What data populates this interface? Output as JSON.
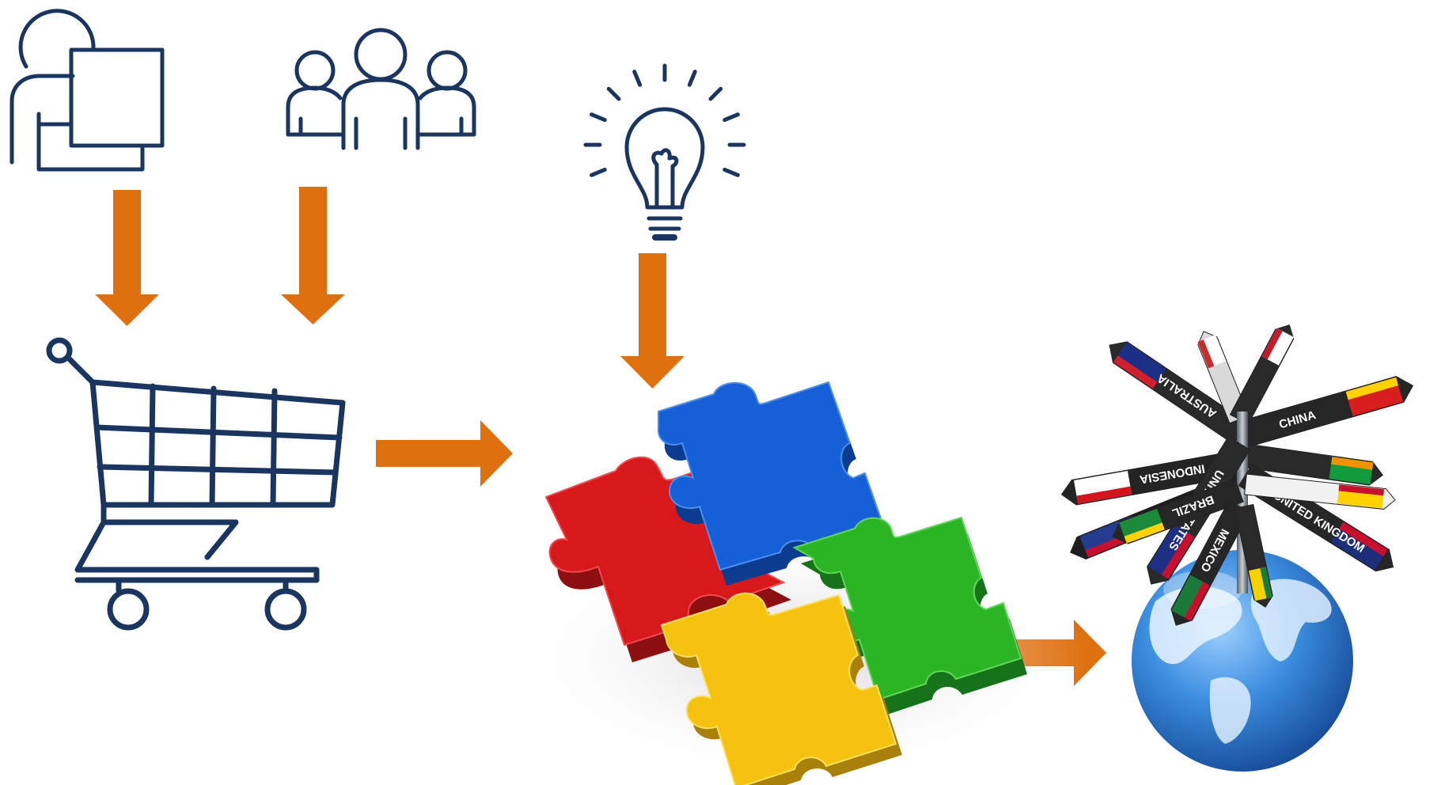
{
  "colors": {
    "icon_navy": "#1b3561",
    "arrow_orange": "#df7010",
    "puzzle_blue": "#1560d6",
    "puzzle_red": "#d7191c",
    "puzzle_green": "#2bb424",
    "puzzle_yellow": "#f5c20f",
    "globe_blue": "#2f7fd4",
    "background": "#ffffff"
  },
  "icons": {
    "person_at_computer": "person-computer-icon",
    "group": "group-icon",
    "lightbulb": "lightbulb-icon",
    "shopping_cart": "shopping-cart-icon",
    "puzzle": "puzzle-icon",
    "globe": "globe-signpost-icon"
  },
  "signpost": {
    "labels": {
      "australia": "AUSTRALIA",
      "china": "CHINA",
      "indonesia": "INDONESIA",
      "united_states": "UNITED STATES",
      "united_kingdom": "UNITED KINGDOM",
      "brazil": "BRAZIL",
      "mexico": "MEXICO"
    }
  }
}
